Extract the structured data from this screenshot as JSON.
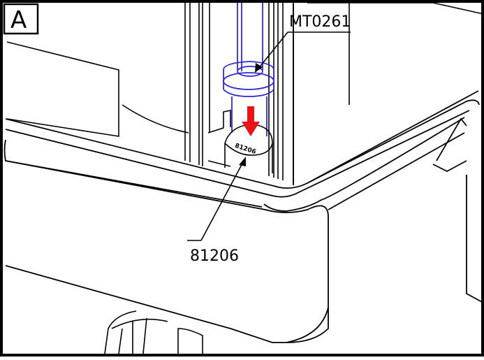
{
  "figure": {
    "panel_label": "A",
    "callouts": {
      "part_top": "MT0261",
      "part_bottom": "81206"
    },
    "part_stamp": "81206",
    "arrow_color": "#e8141b",
    "part_highlight_color": "#2a2ad8"
  }
}
